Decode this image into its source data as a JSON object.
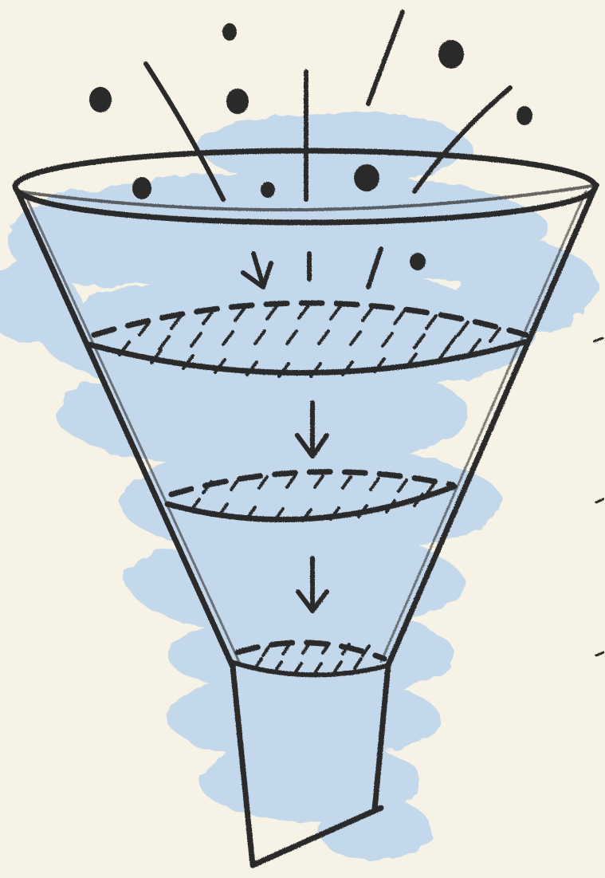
{
  "illustration": {
    "subject": "funnel",
    "layers": [
      "entry-rim",
      "filter-screen",
      "filter-screen",
      "filter-screen",
      "spout"
    ],
    "flow_arrows": 3,
    "colors": {
      "background": "#f7f2e6",
      "watercolor": "#bcd4ec",
      "ink": "#2b2b2b"
    }
  }
}
